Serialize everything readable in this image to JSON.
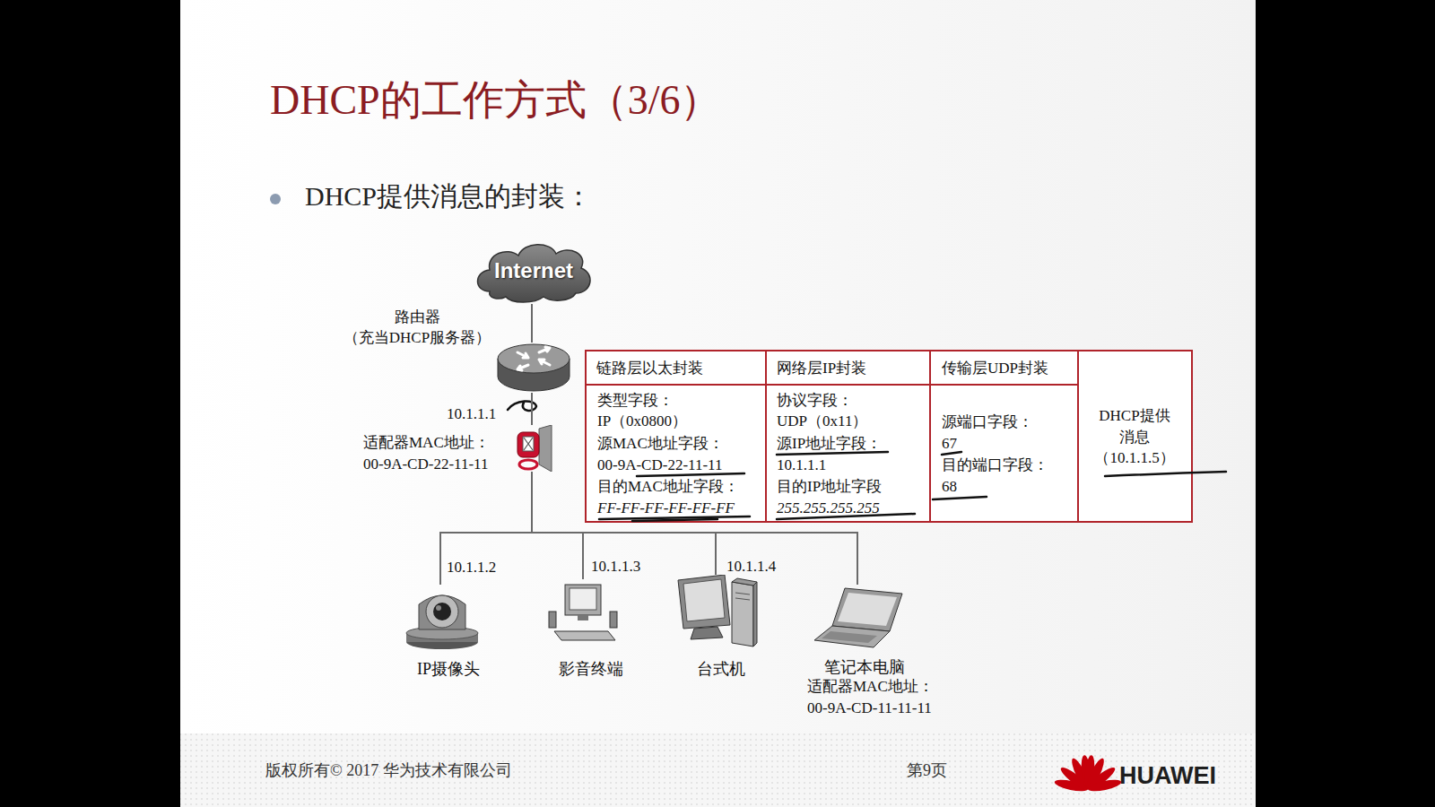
{
  "diagram": {
    "title": "DHCP的工作方式（3/6）",
    "nodes": [
      {
        "text": [
          "Internet"
        ]
      },
      {
        "text": [
          "路由器 （充当DHCP服务器）"
        ]
      },
      {
        "text": [
          "10.1.1.1",
          "适配器MAC地址： 00-9A-CD-22-11-11"
        ]
      },
      {
        "text": [
          "10.1.1.2",
          "IP摄像头"
        ]
      },
      {
        "text": [
          "10.1.1.3",
          "影音终端"
        ]
      },
      {
        "text": [
          "10.1.1.4",
          "台式机"
        ]
      },
      {
        "text": [
          "笔记本电脑",
          "适配器MAC地址： 00-9A-CD-11-11-11"
        ]
      }
    ],
    "edges": [
      {
        "from": 0,
        "to": 1,
        "arrow": "none"
      },
      {
        "from": 1,
        "to": 2,
        "arrow": "none"
      },
      {
        "from": 2,
        "to": 3,
        "arrow": "none"
      },
      {
        "from": 2,
        "to": 4,
        "arrow": "none"
      },
      {
        "from": 2,
        "to": 5,
        "arrow": "none"
      },
      {
        "from": 2,
        "to": 6,
        "arrow": "none"
      }
    ],
    "labels": [
      "DHCP提供消息的封装：",
      "链路层以太封装",
      "网络层IP封装",
      "传输层UDP封装",
      "类型字段：",
      "IP（0x0800）",
      "源MAC地址字段：",
      "00-9A-CD-22-11-11",
      "目的MAC地址字段：",
      "FF-FF-FF-FF-FF-FF",
      "协议字段：",
      "UDP（0x11）",
      "源IP地址字段：",
      "10.1.1.1",
      "目的IP地址字段",
      "255.255.255.255",
      "源端口字段：",
      "67",
      "目的端口字段：",
      "68",
      "DHCP提供 消息",
      "（10.1.1.5）",
      "版权所有© 2017 华为技术有限公司",
      "第9页",
      "HUAWEI"
    ]
  }
}
